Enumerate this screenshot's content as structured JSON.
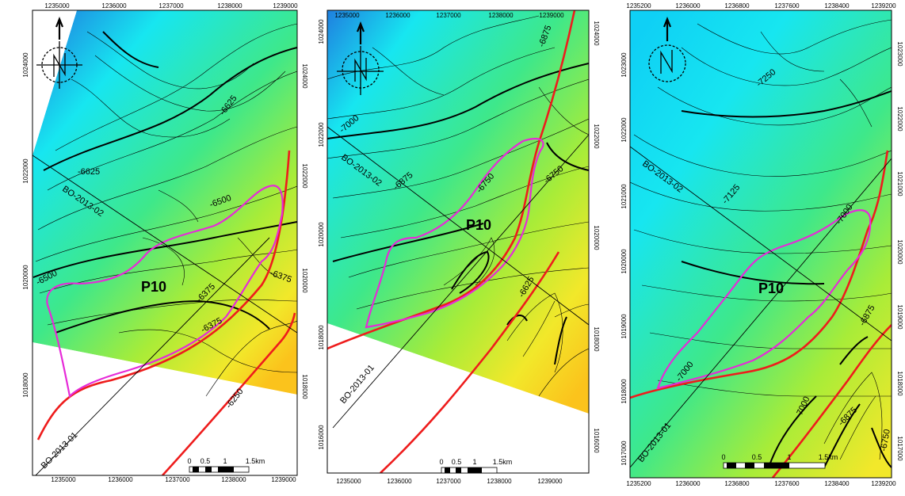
{
  "colors": {
    "deep": "#1f7fe0",
    "cyan": "#17e6f0",
    "green": "#3ee88a",
    "lime": "#a8ec38",
    "yellow": "#f2e82a",
    "orange": "#fbc31c",
    "fault": "#ee1c1c",
    "outline": "#e62ad8"
  },
  "north_arrow_icon": "north-arrow-icon",
  "panels": [
    {
      "id": "left",
      "x_ticks_top": [
        "1235000",
        "1236000",
        "1237000",
        "1238000",
        "1239000"
      ],
      "x_ticks_bottom": [
        "1235000",
        "1236000",
        "1237000",
        "1238000",
        "1239000"
      ],
      "y_ticks_left": [
        "1024000",
        "1022000",
        "1020000",
        "1018000"
      ],
      "y_ticks_right": [
        "1024000",
        "1022000",
        "1020000",
        "1018000"
      ],
      "contour_labels": [
        "-6625",
        "-6625",
        "-6500",
        "-6500",
        "-6375",
        "-6375",
        "-6375",
        "-6250"
      ],
      "profile_labels": [
        "BO-2013-02",
        "BO-2013-01"
      ],
      "prospect": "P10",
      "scalebar": [
        "0",
        "0.5",
        "1",
        "1.5km"
      ]
    },
    {
      "id": "middle",
      "x_ticks_top": [
        "1235000",
        "1236000",
        "1237000",
        "1238000",
        "1239000"
      ],
      "x_ticks_bottom": [
        "1235000",
        "1236000",
        "1237000",
        "1238000",
        "1239000"
      ],
      "y_ticks_left": [
        "1024000",
        "1022000",
        "1020000",
        "1018000",
        "1016000"
      ],
      "y_ticks_right": [
        "1024000",
        "1022000",
        "1020000",
        "1018000",
        "1016000"
      ],
      "contour_labels": [
        "-6875",
        "-7000",
        "-6875",
        "-6750",
        "-6750",
        "-6625"
      ],
      "profile_labels": [
        "BO-2013-02",
        "BO-2013-01"
      ],
      "prospect": "P10",
      "scalebar": [
        "0",
        "0.5",
        "1",
        "1.5km"
      ]
    },
    {
      "id": "right",
      "x_ticks_top": [
        "1235200",
        "1236000",
        "1236800",
        "1237600",
        "1238400",
        "1239200"
      ],
      "x_ticks_bottom": [
        "1235200",
        "1236000",
        "1236800",
        "1237600",
        "1238400",
        "1239200"
      ],
      "y_ticks_left": [
        "1023000",
        "1022000",
        "1021000",
        "1020000",
        "1019000",
        "1018000",
        "1017000"
      ],
      "y_ticks_right": [
        "1023000",
        "1022000",
        "1021000",
        "1020000",
        "1019000",
        "1018000",
        "1017000"
      ],
      "contour_labels": [
        "-7250",
        "-7125",
        "-7000",
        "-7000",
        "-6875",
        "-7000",
        "-6875",
        "-6750"
      ],
      "profile_labels": [
        "BO-2013-02",
        "BO-2013-01"
      ],
      "prospect": "P10",
      "scalebar": [
        "0",
        "0.5",
        "1",
        "1.5km"
      ]
    }
  ]
}
